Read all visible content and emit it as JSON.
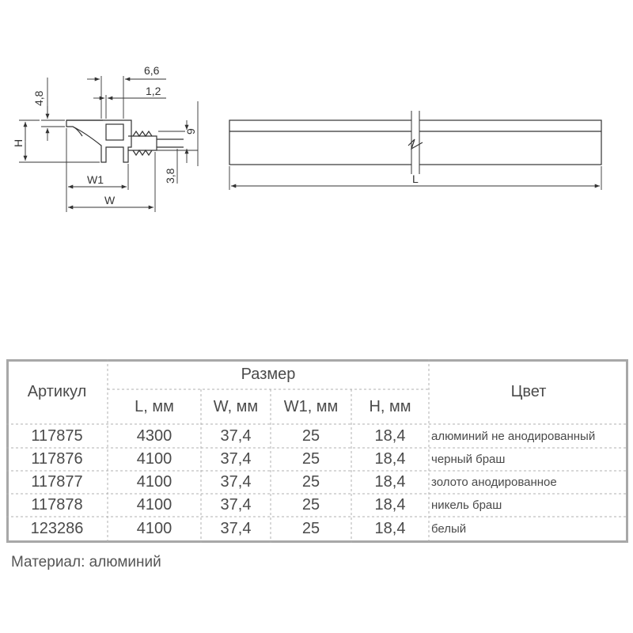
{
  "drawing": {
    "profile_dims": {
      "overall_width_label": "W",
      "inner_width_label": "W1",
      "height_label": "H",
      "top_width_label": "6,6",
      "wall_label": "1,2",
      "lip_height_label": "4,8",
      "right_height_label": "9",
      "leg_height_label": "3,8"
    },
    "length_label": "L"
  },
  "table": {
    "header_article": "Артикул",
    "header_size": "Размер",
    "header_color": "Цвет",
    "size_columns": [
      "L, мм",
      "W, мм",
      "W1, мм",
      "H, мм"
    ],
    "rows": [
      {
        "article": "117875",
        "L": "4300",
        "W": "37,4",
        "W1": "25",
        "H": "18,4",
        "color": "алюминий не анодированный"
      },
      {
        "article": "117876",
        "L": "4100",
        "W": "37,4",
        "W1": "25",
        "H": "18,4",
        "color": "черный браш"
      },
      {
        "article": "117877",
        "L": "4100",
        "W": "37,4",
        "W1": "25",
        "H": "18,4",
        "color": "золото анодированное"
      },
      {
        "article": "117878",
        "L": "4100",
        "W": "37,4",
        "W1": "25",
        "H": "18,4",
        "color": "никель браш"
      },
      {
        "article": "123286",
        "L": "4100",
        "W": "37,4",
        "W1": "25",
        "H": "18,4",
        "color": "белый"
      }
    ]
  },
  "material": "Материал: алюминий",
  "colors": {
    "line": "#333333",
    "table_border": "#a8a8a8",
    "text": "#4a4a4a"
  }
}
